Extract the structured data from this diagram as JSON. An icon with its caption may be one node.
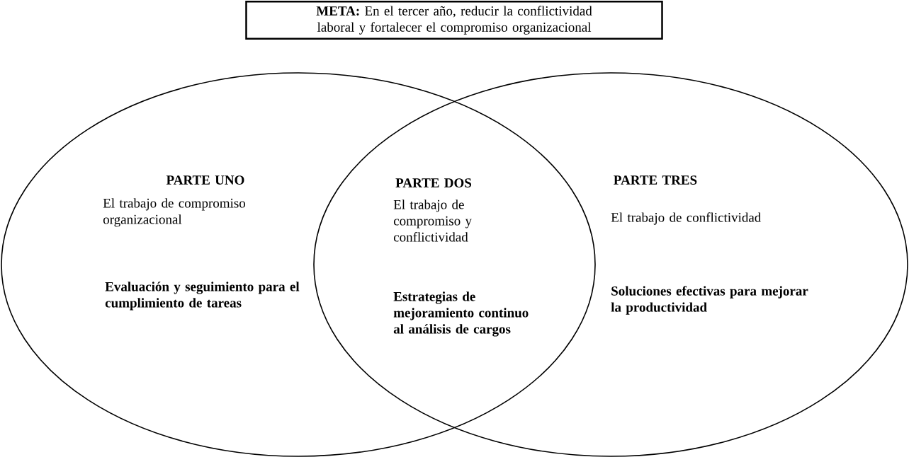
{
  "diagram": {
    "nodes": [
      {
        "text": [
          "**META:** En el tercer año, reducir la conflictividad laboral y fortalecer el compromiso organizacional"
        ]
      },
      {
        "text": [
          "PARTE UNO",
          "El trabajo de compromiso organizacional",
          "Evaluación y seguimiento para el cumplimiento de tareas"
        ]
      },
      {
        "text": [
          "PARTE DOS",
          "El trabajo de compromiso y conflictividad",
          "Estrategias de mejoramiento continuo al análisis de cargos"
        ]
      },
      {
        "text": [
          "PARTE TRES",
          "El trabajo de conflictividad",
          "Soluciones efectivas para mejorar la productividad"
        ]
      }
    ],
    "edges": []
  }
}
